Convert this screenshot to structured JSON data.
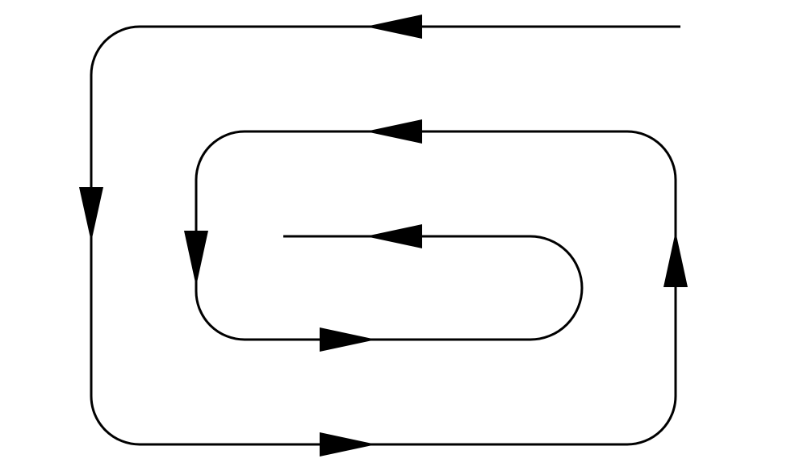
{
  "diagram": {
    "type": "flow-path",
    "stroke_color": "#000000",
    "background_color": "#ffffff",
    "segments": [
      {
        "name": "top-line-segment",
        "arrow": "left"
      },
      {
        "name": "outer-left-segment",
        "arrow": "down"
      },
      {
        "name": "outer-bottom-segment",
        "arrow": "right"
      },
      {
        "name": "outer-right-segment",
        "arrow": "up"
      },
      {
        "name": "middle-top-segment",
        "arrow": "left"
      },
      {
        "name": "inner-left-segment",
        "arrow": "down"
      },
      {
        "name": "inner-bottom-segment",
        "arrow": "right"
      },
      {
        "name": "inner-top-segment",
        "arrow": "left"
      }
    ]
  }
}
